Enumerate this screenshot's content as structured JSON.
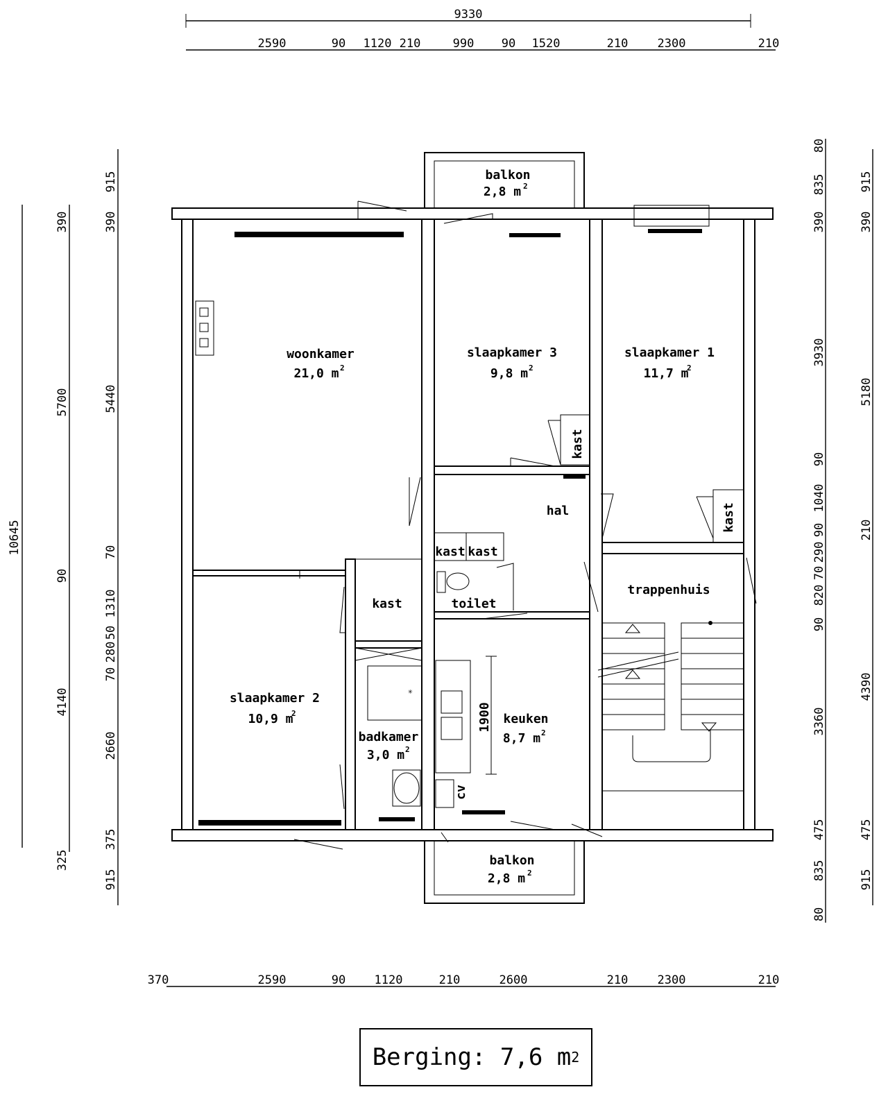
{
  "top_dims": {
    "total": "9330",
    "segments": [
      "2590",
      "90",
      "1120",
      "210",
      "990",
      "90",
      "1520",
      "210",
      "2300",
      "210"
    ]
  },
  "bottom_dims": {
    "segments": [
      "370",
      "2590",
      "90",
      "1120",
      "210",
      "2600",
      "210",
      "2300",
      "210"
    ]
  },
  "left_dims": {
    "total": "10645",
    "col2": [
      "390",
      "5700",
      "90",
      "4140",
      "325"
    ],
    "col3": [
      "915",
      "390",
      "5440",
      "70",
      "1310",
      "50",
      "280",
      "70",
      "2660",
      "375",
      "915"
    ]
  },
  "right_dims": {
    "col1": [
      "80",
      "835",
      "390",
      "3930",
      "90",
      "1040",
      "90",
      "290",
      "70",
      "820",
      "90",
      "3360",
      "475",
      "835",
      "80"
    ],
    "col2": [
      "915",
      "390",
      "5180",
      "210",
      "4390",
      "475",
      "915"
    ]
  },
  "rooms": {
    "woonkamer": {
      "name": "woonkamer",
      "area": "21,0 m"
    },
    "slaapkamer3": {
      "name": "slaapkamer 3",
      "area": "9,8 m"
    },
    "slaapkamer1": {
      "name": "slaapkamer 1",
      "area": "11,7 m"
    },
    "slaapkamer2": {
      "name": "slaapkamer 2",
      "area": "10,9 m"
    },
    "badkamer": {
      "name": "badkamer",
      "area": "3,0 m"
    },
    "keuken": {
      "name": "keuken",
      "area": "8,7 m"
    },
    "balkon_top": {
      "name": "balkon",
      "area": "2,8 m"
    },
    "balkon_bottom": {
      "name": "balkon",
      "area": "2,8 m"
    },
    "hal": {
      "name": "hal"
    },
    "trappenhuis": {
      "name": "trappenhuis"
    },
    "toilet": {
      "name": "toilet"
    },
    "kast_main": {
      "name": "kast"
    },
    "kast_a": {
      "name": "kast"
    },
    "kast_b": {
      "name": "kast"
    },
    "kast_s3": {
      "name": "kast"
    },
    "kast_s1": {
      "name": "kast"
    },
    "cv": {
      "name": "cv"
    },
    "kitchen_len": {
      "name": "1900"
    }
  },
  "sup2": "2",
  "berging": {
    "label": "Berging: 7,6 m",
    "sup": "2"
  }
}
